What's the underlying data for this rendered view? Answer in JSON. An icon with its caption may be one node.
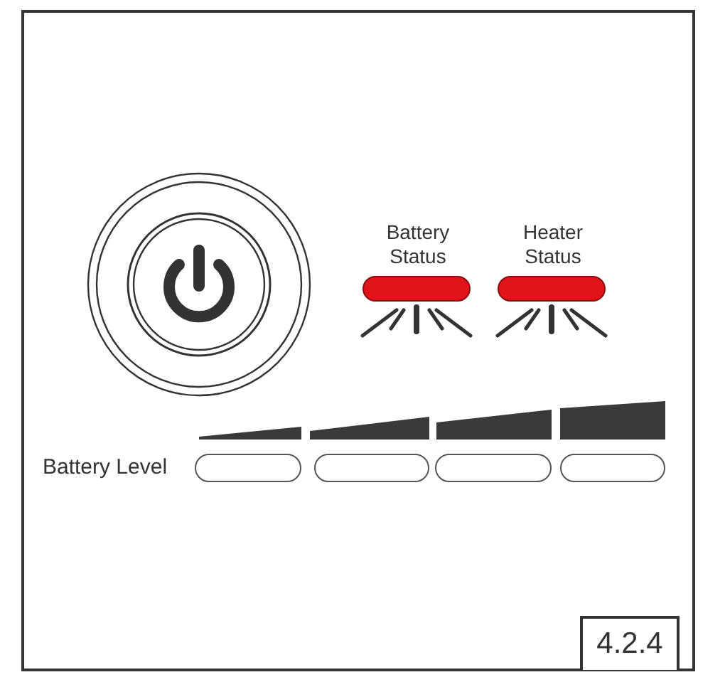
{
  "diagram": {
    "nodes": [
      {
        "text": [
          "Battery Status"
        ]
      },
      {
        "text": [
          "Heater Status"
        ]
      },
      {
        "text": [],
        "shape": "box"
      },
      {
        "text": [],
        "shape": "box"
      },
      {
        "text": [],
        "shape": "box"
      },
      {
        "text": [],
        "shape": "box"
      },
      {
        "text": [
          "4.2.4"
        ]
      }
    ],
    "labels": [
      "Battery Level"
    ]
  }
}
